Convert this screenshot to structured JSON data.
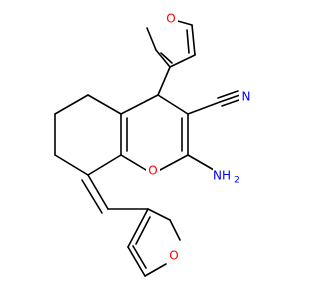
{
  "colors": {
    "background": "#ffffff",
    "bond": "#000000",
    "oxygen": "#ff0000",
    "nitrogen": "#0000ff"
  },
  "atoms": {
    "furan_top_o": "O",
    "nitrile_n": "N",
    "amino": "NH",
    "amino_sub": "2",
    "pyran_o": "O",
    "furan_bottom_o": "O"
  }
}
